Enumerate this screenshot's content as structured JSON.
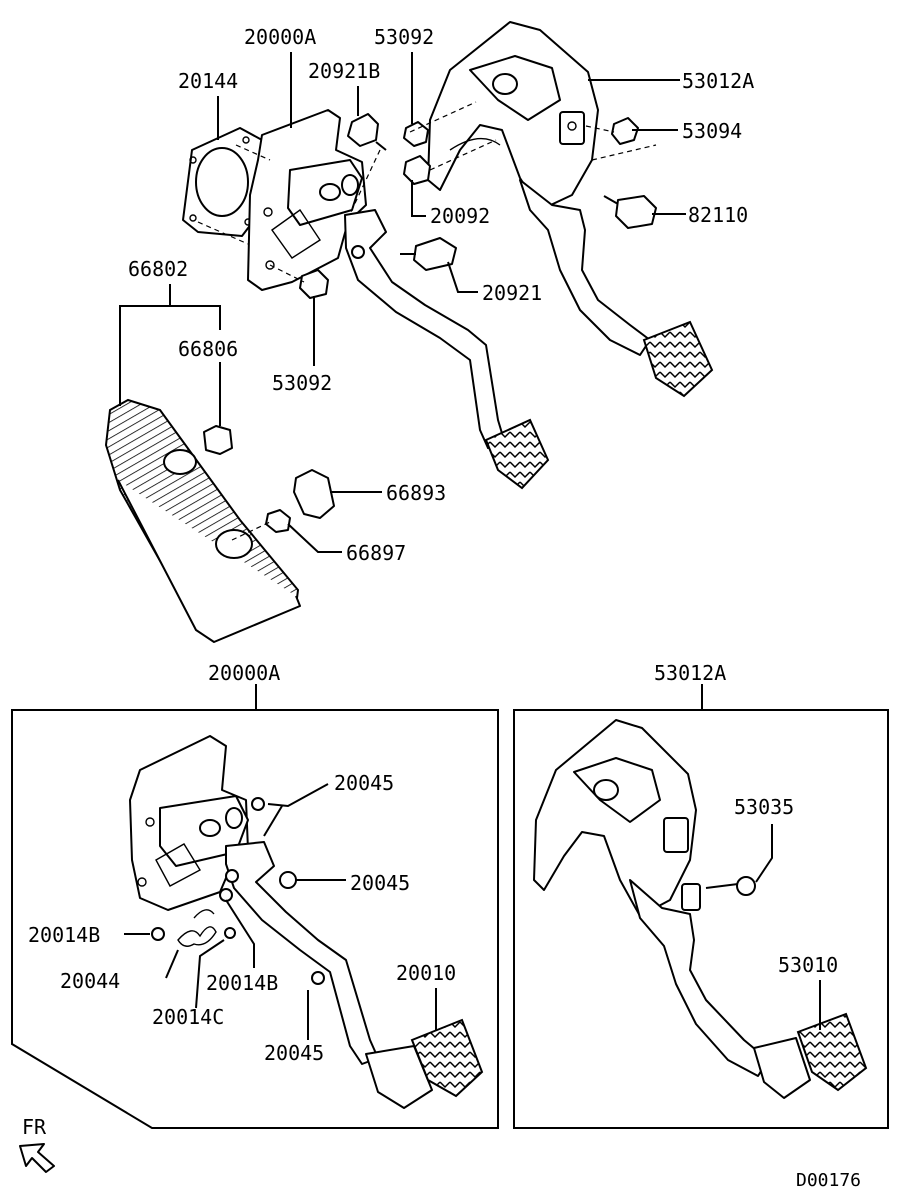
{
  "labels": {
    "l20000A_top": "20000A",
    "l53092_top": "53092",
    "l20144": "20144",
    "l20921B": "20921B",
    "l53012A_top": "53012A",
    "l53094": "53094",
    "l20092": "20092",
    "l82110": "82110",
    "l20921": "20921",
    "l66802": "66802",
    "l66806": "66806",
    "l53092_mid": "53092",
    "l66893": "66893",
    "l66897": "66897",
    "l20000A_box": "20000A",
    "l53012A_box": "53012A",
    "l20045_a": "20045",
    "l20045_b": "20045",
    "l20014B_a": "20014B",
    "l20044": "20044",
    "l20014B_b": "20014B",
    "l20014C": "20014C",
    "l20010": "20010",
    "l20045_c": "20045",
    "l53035": "53035",
    "l53010": "53010",
    "fr": "FR",
    "code": "D00176"
  }
}
